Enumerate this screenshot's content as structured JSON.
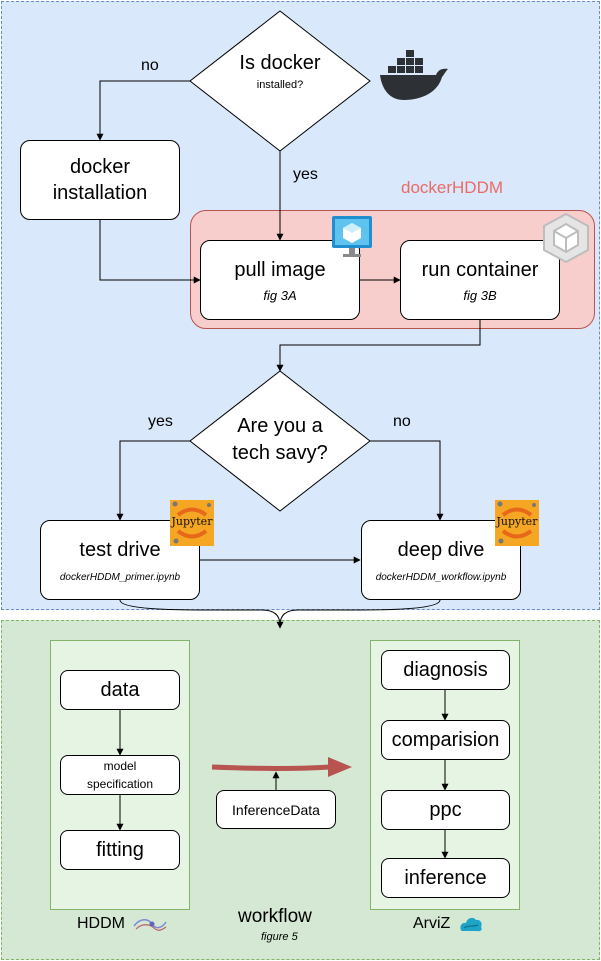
{
  "top": {
    "decision_docker": {
      "title": "Is docker",
      "sub": "installed?"
    },
    "edge_no": "no",
    "edge_yes": "yes",
    "docker_installation": {
      "line1": "docker",
      "line2": "installation"
    },
    "docker_hddm_label": "dockerHDDM",
    "pull_image": {
      "label": "pull image",
      "fig": "fig 3A"
    },
    "run_container": {
      "label": "run container",
      "fig": "fig 3B"
    },
    "decision_tech": {
      "line1": "Are you a",
      "line2": "tech savy?"
    },
    "edge_yes2": "yes",
    "edge_no2": "no",
    "test_drive": {
      "label": "test drive",
      "file": "dockerHDDM_primer.ipynb"
    },
    "deep_dive": {
      "label": "deep dive",
      "file": "dockerHDDM_workflow.ipynb"
    },
    "jupyter_text": "Jupyter"
  },
  "bottom": {
    "hddm": {
      "data": "data",
      "model_spec_line1": "model",
      "model_spec_line2": "specification",
      "fitting": "fitting",
      "caption": "HDDM"
    },
    "inference_data": "InferenceData",
    "workflow": "workflow",
    "workflow_fig": "figure 5",
    "arviz": {
      "diagnosis": "diagnosis",
      "comparision": "comparision",
      "ppc": "ppc",
      "inference": "inference",
      "caption": "ArviZ"
    }
  },
  "colors": {
    "top_bg": "#dae8fc",
    "bottom_bg": "#d5e8d4",
    "docker_hddm_bg": "#f8cecc",
    "docker_hddm_text": "#ea6b66",
    "arrow_red": "#b85450",
    "jupyter_orange": "#f37626"
  }
}
